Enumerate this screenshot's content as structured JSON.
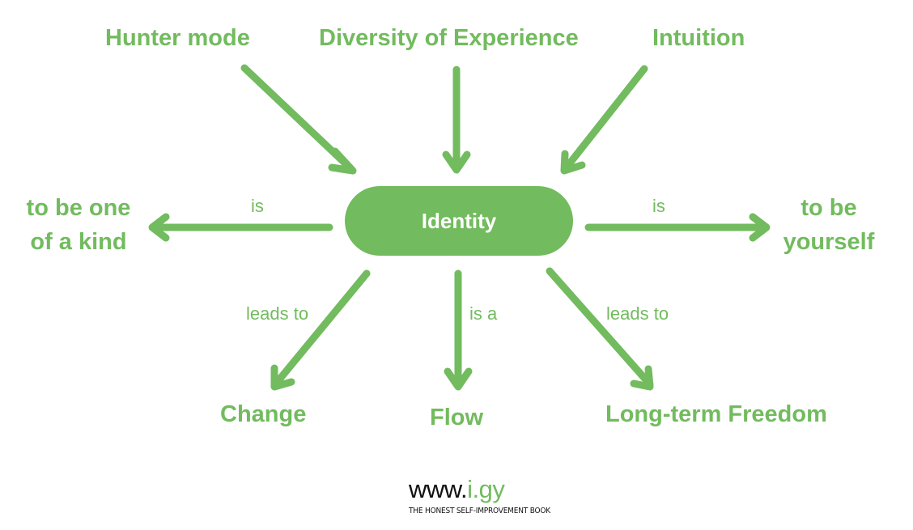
{
  "diagram": {
    "center": "Identity",
    "accent_color": "#72bb5e",
    "inputs": [
      {
        "id": "hunter",
        "label": "Hunter mode"
      },
      {
        "id": "diversity",
        "label": "Diversity of Experience"
      },
      {
        "id": "intuition",
        "label": "Intuition"
      }
    ],
    "outputs": [
      {
        "id": "one-of-a-kind",
        "label_line1": "to be one",
        "label_line2": "of a kind",
        "edge": "is"
      },
      {
        "id": "yourself",
        "label_line1": "to be",
        "label_line2": "yourself",
        "edge": "is"
      },
      {
        "id": "change",
        "label": "Change",
        "edge": "leads to"
      },
      {
        "id": "flow",
        "label": "Flow",
        "edge": "is a"
      },
      {
        "id": "freedom",
        "label": "Long-term Freedom",
        "edge": "leads to"
      }
    ],
    "edges": [
      {
        "from": "Hunter mode",
        "to": "Identity",
        "label": ""
      },
      {
        "from": "Diversity of Experience",
        "to": "Identity",
        "label": ""
      },
      {
        "from": "Intuition",
        "to": "Identity",
        "label": ""
      },
      {
        "from": "Identity",
        "to": "to be one of a kind",
        "label": "is"
      },
      {
        "from": "Identity",
        "to": "to be yourself",
        "label": "is"
      },
      {
        "from": "Identity",
        "to": "Change",
        "label": "leads to"
      },
      {
        "from": "Identity",
        "to": "Flow",
        "label": "is a"
      },
      {
        "from": "Identity",
        "to": "Long-term Freedom",
        "label": "leads to"
      }
    ]
  },
  "footer": {
    "url_prefix": "www.",
    "url_domain": "i.gy",
    "tagline": "THE HONEST SELF-IMPROVEMENT BOOK"
  }
}
